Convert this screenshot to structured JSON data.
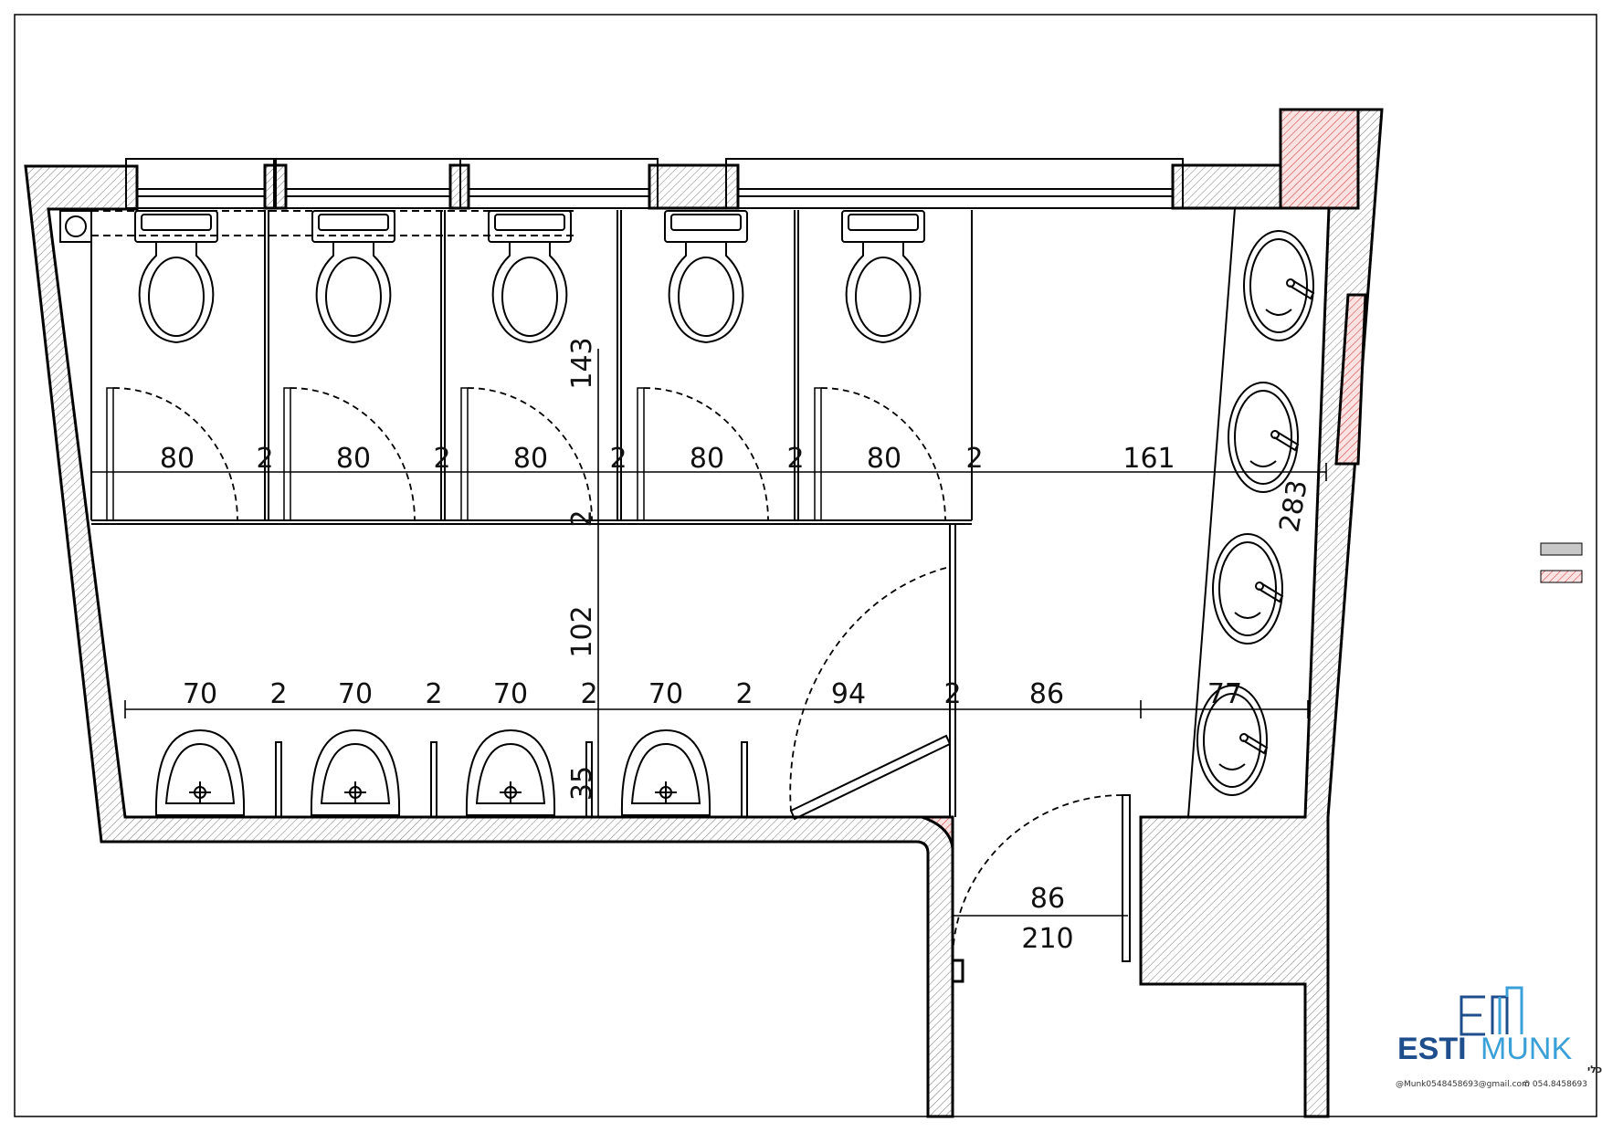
{
  "plan": {
    "stall_widths": [
      "80",
      "80",
      "80",
      "80",
      "80"
    ],
    "stall_gaps": [
      "2",
      "2",
      "2",
      "2",
      "2"
    ],
    "stall_right_length": "161",
    "stall_depth": "143",
    "partition_thickness": "2",
    "corridor_depth": "102",
    "urinal_widths": [
      "70",
      "70",
      "70",
      "70"
    ],
    "urinal_gaps": [
      "2",
      "2",
      "2",
      "2"
    ],
    "door_opening": "94",
    "door_gap": "2",
    "sink_section": "86",
    "sink_end": "77",
    "urinal_depth": "35",
    "vanity_length": "283",
    "entry_width": "86",
    "entry_height": "210"
  },
  "legend": {
    "existing_wall_color": "#c8c8c8",
    "new_wall_color": "#e06060"
  },
  "logo": {
    "brand_left": "ESTI",
    "brand_right": "MUNK",
    "subtitle": "אסתי מונק עיצוב ותכנון אדריכלי",
    "email": "Munk0548458693@gmail.com",
    "phone": "054.8458693",
    "brand_color": "#1f4e8c",
    "accent_color": "#3aa0d8"
  }
}
